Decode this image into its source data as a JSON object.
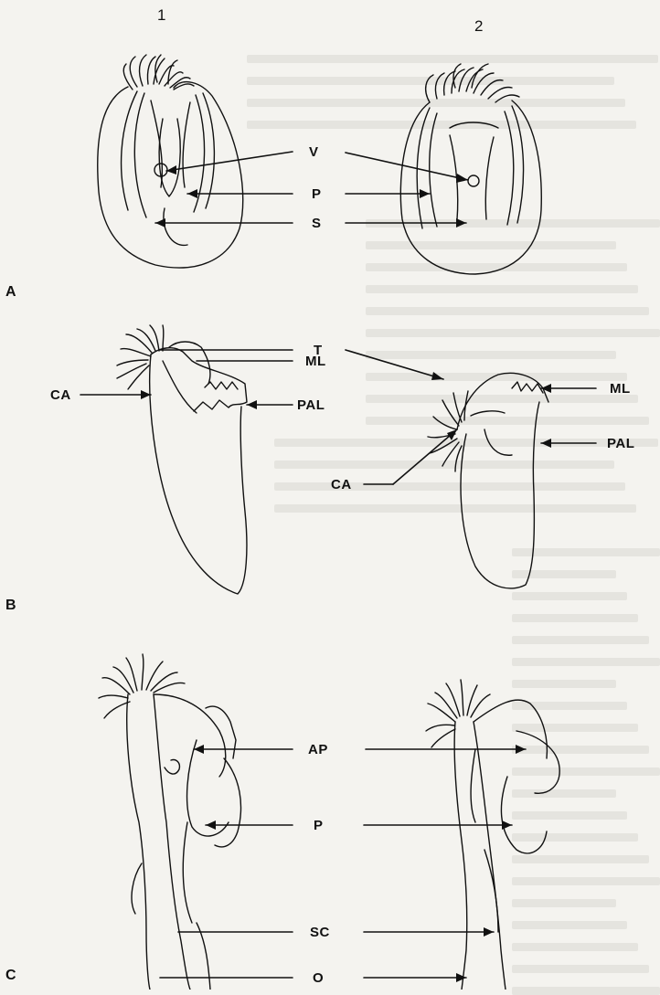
{
  "figure": {
    "columns": [
      "1",
      "2"
    ],
    "panels": [
      "A",
      "B",
      "C"
    ],
    "labels": {
      "V": "V",
      "P": "P",
      "S": "S",
      "T": "T",
      "ML_left": "ML",
      "ML_right": "ML",
      "CA_left": "CA",
      "CA_right": "CA",
      "PAL_left": "PAL",
      "PAL_right": "PAL",
      "AP": "AP",
      "P_c": "P",
      "SC": "SC",
      "O": "O"
    }
  },
  "colors": {
    "ink": "#111111",
    "paper": "#f4f3ef",
    "background_text": "#d9d7d1"
  }
}
